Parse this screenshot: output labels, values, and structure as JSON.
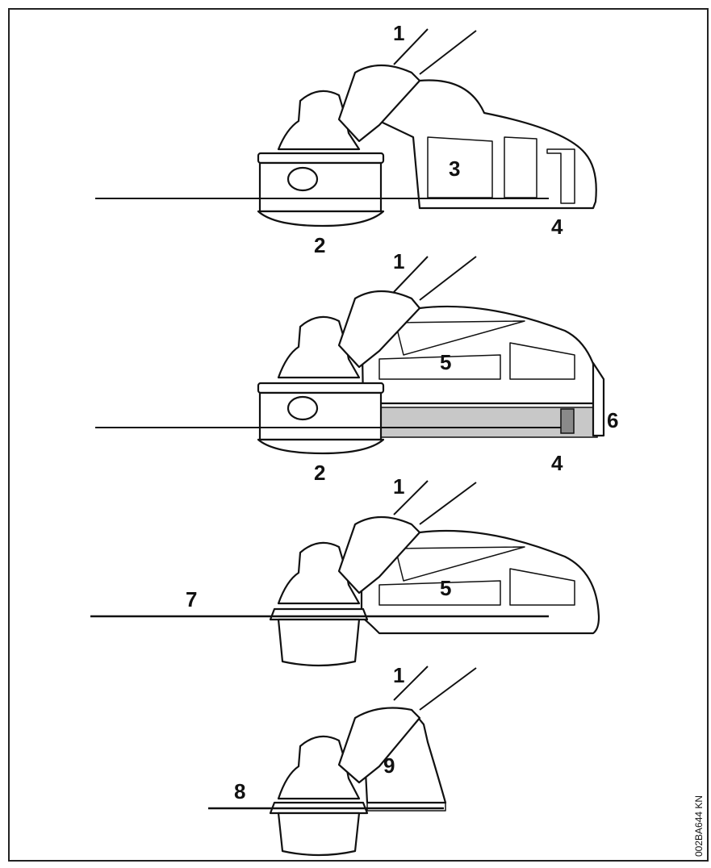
{
  "labels": {
    "fig1": {
      "l1": "1",
      "l2": "2",
      "l3": "3",
      "l4": "4"
    },
    "fig2": {
      "l1": "1",
      "l2": "2",
      "l4": "4",
      "l5": "5",
      "l6": "6"
    },
    "fig3": {
      "l1": "1",
      "l5": "5",
      "l7": "7"
    },
    "fig4": {
      "l1": "1",
      "l8": "8",
      "l9": "9"
    }
  },
  "figure_code": "002BA644 KN",
  "colors": {
    "outline": "#111111",
    "shade": "#8a8a8a",
    "panel": "#c8c8c8"
  }
}
